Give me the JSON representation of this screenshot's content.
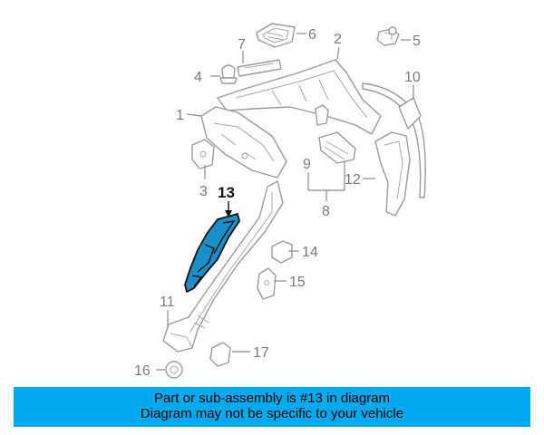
{
  "diagram": {
    "highlight_color": "#1a90c8",
    "highlighted_part": "13",
    "callouts": [
      {
        "id": "c1",
        "text": "1"
      },
      {
        "id": "c2",
        "text": "2"
      },
      {
        "id": "c3",
        "text": "3"
      },
      {
        "id": "c4",
        "text": "4"
      },
      {
        "id": "c5",
        "text": "5"
      },
      {
        "id": "c6",
        "text": "6"
      },
      {
        "id": "c7",
        "text": "7"
      },
      {
        "id": "c8",
        "text": "8"
      },
      {
        "id": "c9",
        "text": "9"
      },
      {
        "id": "c10",
        "text": "10"
      },
      {
        "id": "c11",
        "text": "11"
      },
      {
        "id": "c12",
        "text": "12"
      },
      {
        "id": "c13",
        "text": "13"
      },
      {
        "id": "c14",
        "text": "14"
      },
      {
        "id": "c15",
        "text": "15"
      },
      {
        "id": "c16",
        "text": "16"
      },
      {
        "id": "c17",
        "text": "17"
      }
    ]
  },
  "banner": {
    "background": "#00aaee",
    "line1": "Part or sub-assembly is #13 in diagram",
    "line2": "Diagram may not be specific to your vehicle"
  }
}
